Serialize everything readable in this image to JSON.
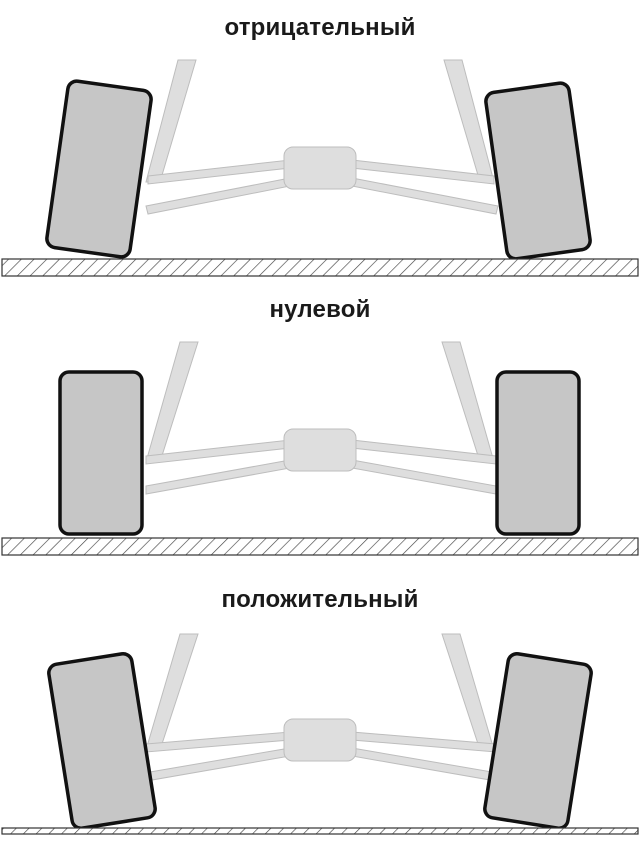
{
  "diagram": {
    "panels": [
      {
        "title": "отрицательный"
      },
      {
        "title": "нулевой"
      },
      {
        "title": "положительный"
      }
    ]
  },
  "colors": {
    "tire_fill": "#c6c6c6",
    "tire_stroke": "#111111",
    "suspension": "#dcdcdc",
    "suspension_stroke": "#bdbdbd",
    "ground_hatch": "#444444",
    "text": "#1a1a1a"
  }
}
